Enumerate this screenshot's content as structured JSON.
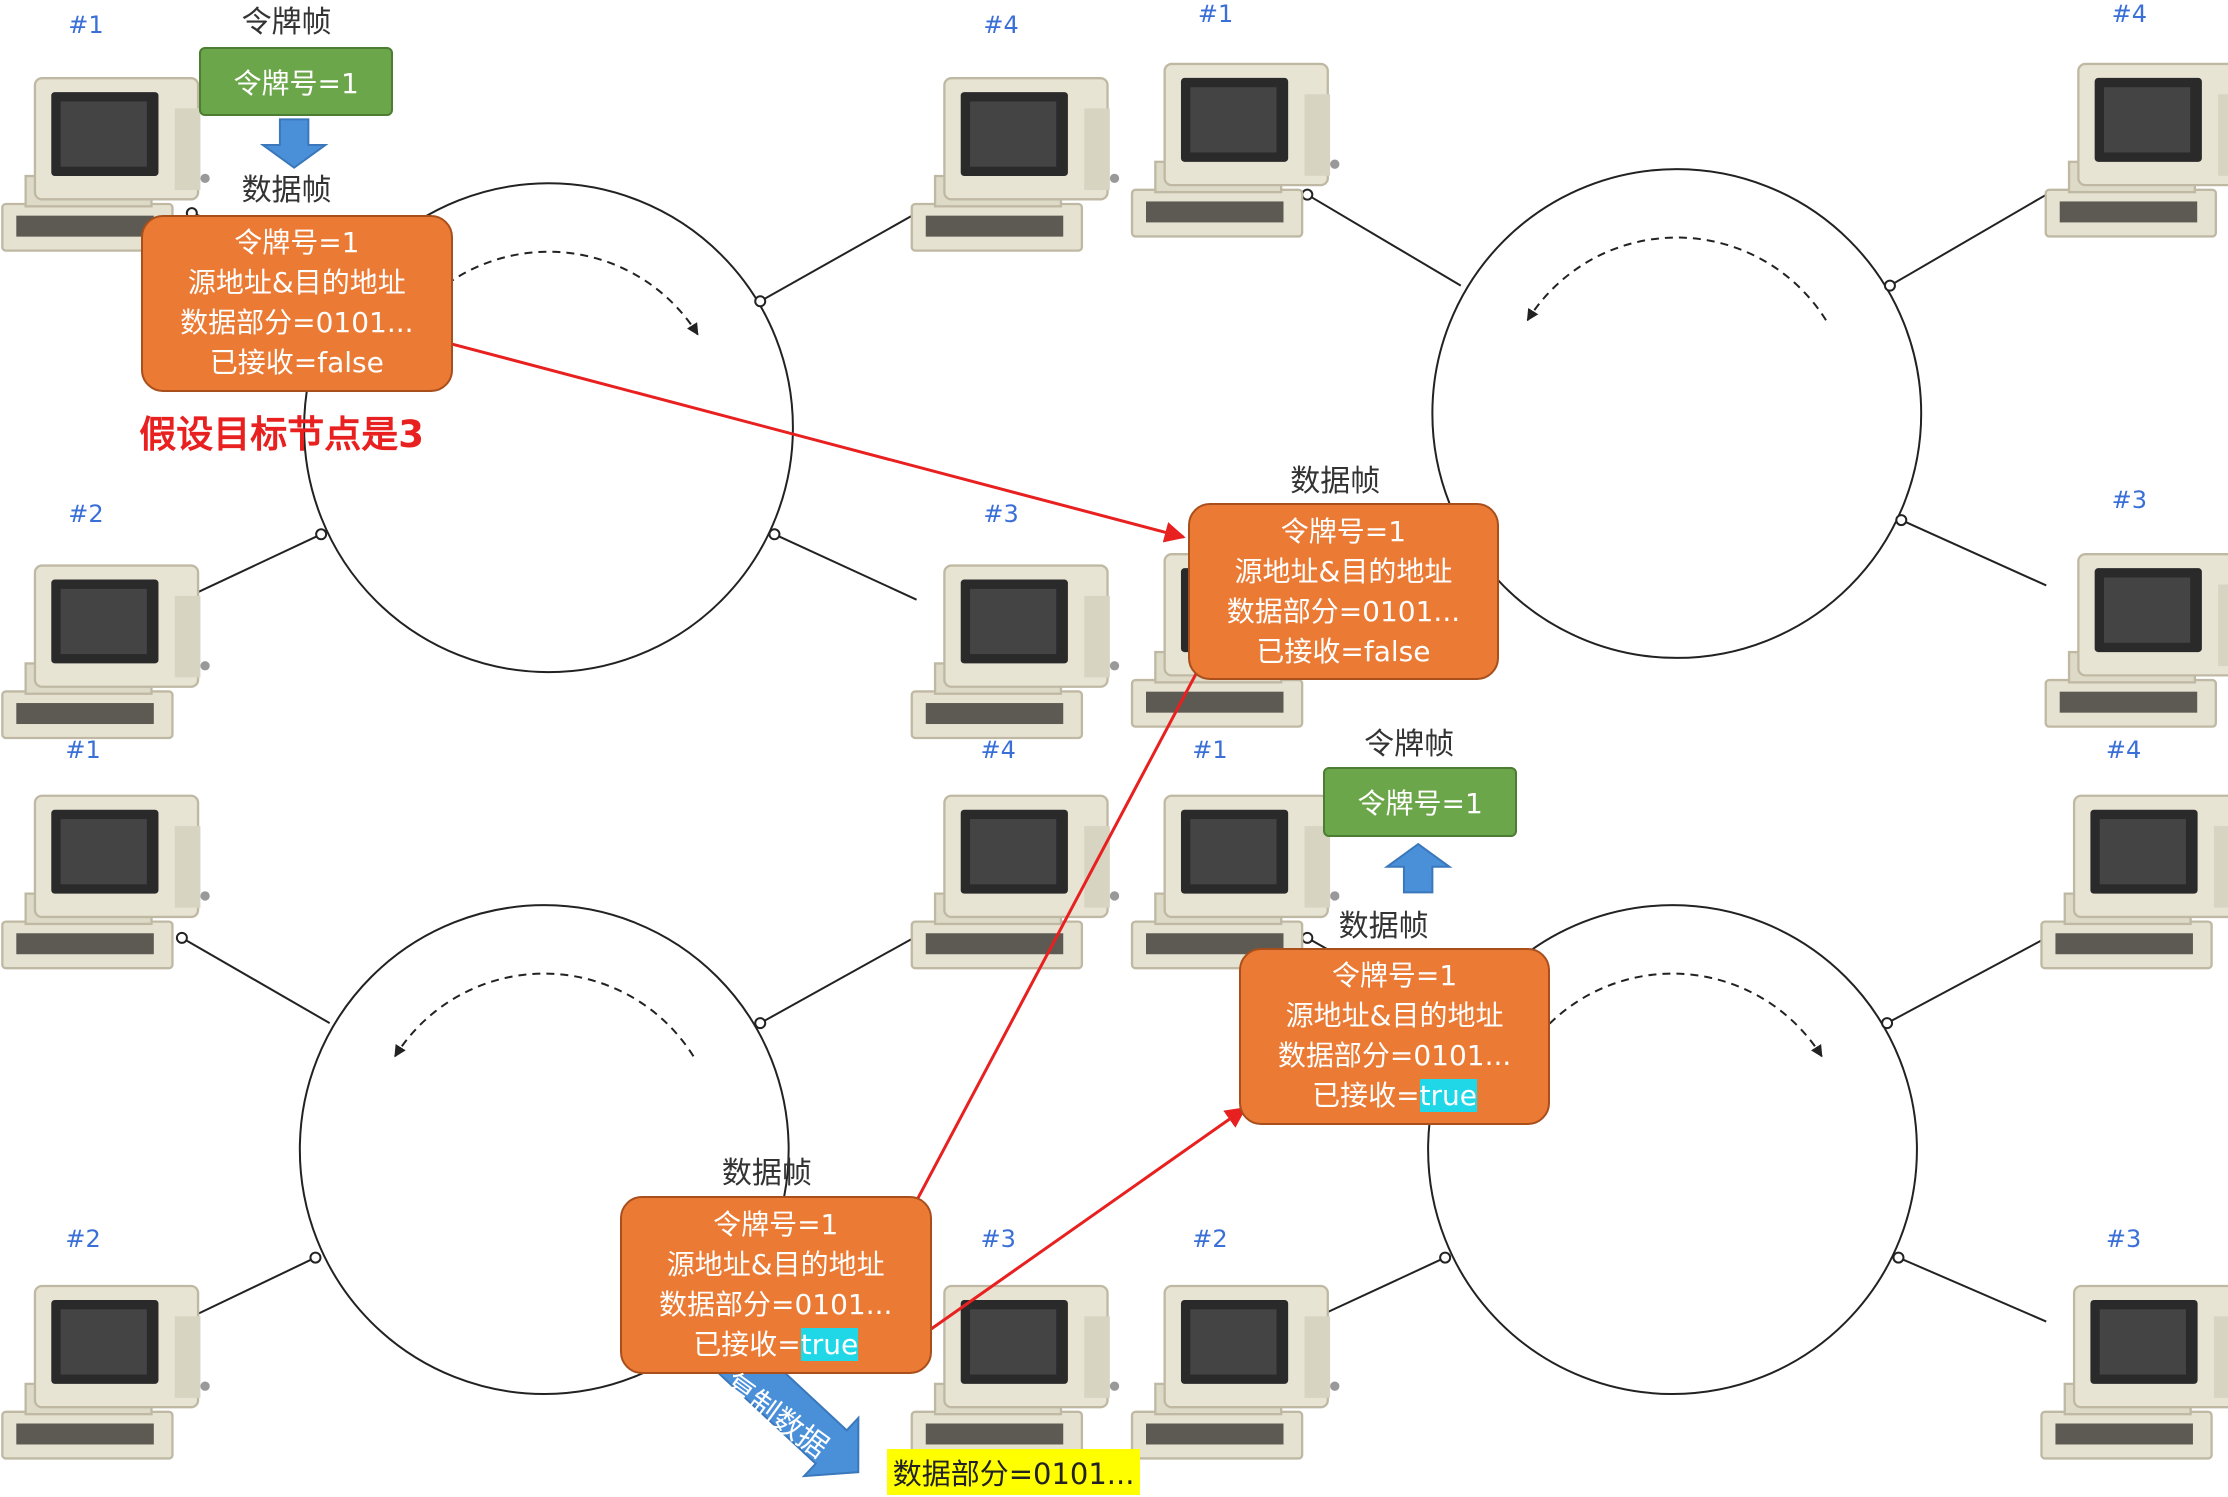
{
  "token_frame_title": "令牌帧",
  "data_frame_title": "数据帧",
  "token_text": "令牌号=1",
  "frame_fields": {
    "token": "令牌号=1",
    "addresses": "源地址&目的地址",
    "data": "数据部分=0101...",
    "received_prefix": "已接收=",
    "received_false": "false",
    "received_true": "true"
  },
  "assumption": "假设目标节点是3",
  "copy_label": "复制数据",
  "copied_data": "数据部分=0101...",
  "node_labels": [
    "#1",
    "#2",
    "#3",
    "#4"
  ],
  "colors": {
    "token_box": "#6ca64a",
    "data_box": "#ea7a34",
    "arrow": "#e82020",
    "block_arrow": "#4a90d9",
    "node_label": "#3a6fd8",
    "true_highlight": "#1fd7e6",
    "copied_highlight": "#ffff00"
  }
}
